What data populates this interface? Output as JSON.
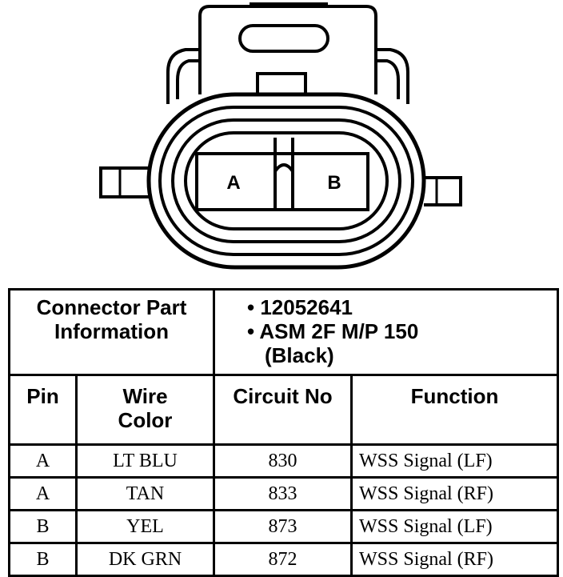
{
  "connector": {
    "pin_a_label": "A",
    "pin_b_label": "B"
  },
  "table": {
    "info_label_line1": "Connector Part",
    "info_label_line2": "Information",
    "part_number": "• 12052641",
    "part_desc_line1": "• ASM 2F M/P 150",
    "part_desc_line2": "(Black)",
    "headers": {
      "pin": "Pin",
      "wire_color_line1": "Wire",
      "wire_color_line2": "Color",
      "circuit_no": "Circuit No",
      "function": "Function"
    },
    "rows": [
      {
        "pin": "A",
        "wire_color": "LT BLU",
        "circuit": "830",
        "function": "WSS Signal (LF)"
      },
      {
        "pin": "A",
        "wire_color": "TAN",
        "circuit": "833",
        "function": "WSS Signal (RF)"
      },
      {
        "pin": "B",
        "wire_color": "YEL",
        "circuit": "873",
        "function": "WSS Signal (LF)"
      },
      {
        "pin": "B",
        "wire_color": "DK GRN",
        "circuit": "872",
        "function": "WSS Signal (RF)"
      }
    ]
  }
}
